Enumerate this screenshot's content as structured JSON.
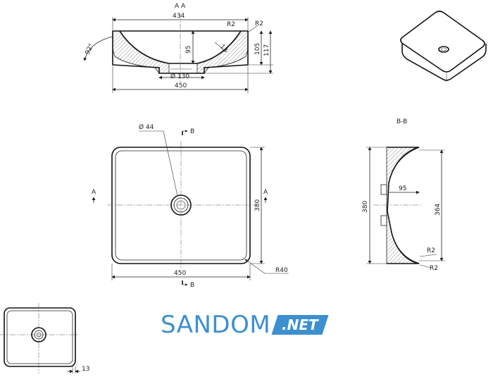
{
  "section_aa": {
    "title": "A A",
    "top_width": "434",
    "bottom_width": "450",
    "drain_diameter": "Ø 130",
    "depth_inner": "95",
    "height_outer": "105",
    "height_total": "117",
    "angle": "92°",
    "wall": "13",
    "radius_left": "R2",
    "radius_right": "R2"
  },
  "plan_view": {
    "hole": "Ø 44",
    "section_marker_top": "B",
    "section_marker_bottom": "B",
    "marker_left": "A",
    "marker_right": "A",
    "width": "450",
    "depth": "380",
    "corner_radius": "R40"
  },
  "section_bb": {
    "title": "B-B",
    "depth_outer": "380",
    "depth_inner": "364",
    "inner_depth": "95",
    "radius_top": "R2",
    "radius_bottom": "R2"
  },
  "detail_view": {
    "wall_thickness": "13"
  },
  "brand": {
    "name": "SANDOM",
    "suffix": ".NET",
    "accent": "#3d8fd0"
  }
}
